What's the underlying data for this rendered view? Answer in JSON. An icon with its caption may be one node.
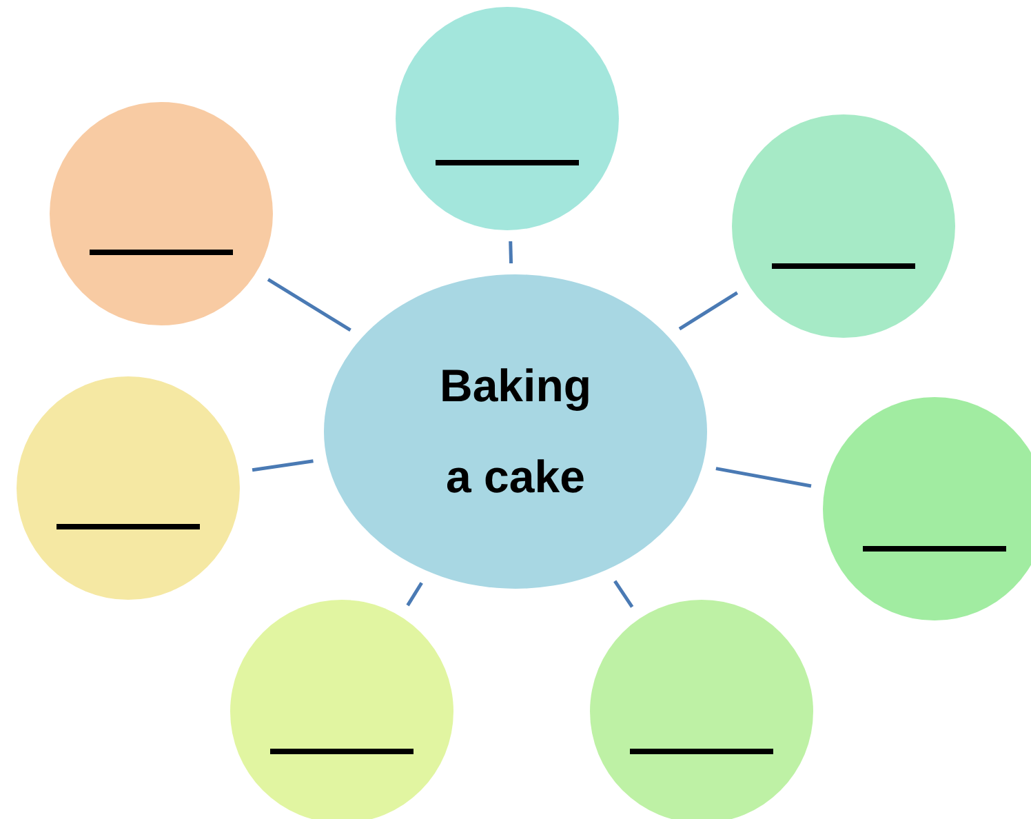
{
  "diagram": {
    "nodes": [
      {
        "text": [
          "Baking a cake"
        ]
      },
      {
        "text": [],
        "shape": "circle"
      },
      {
        "text": [],
        "shape": "circle"
      },
      {
        "text": [],
        "shape": "circle"
      },
      {
        "text": [],
        "shape": "circle"
      },
      {
        "text": [],
        "shape": "circle"
      },
      {
        "text": [],
        "shape": "circle"
      },
      {
        "text": [],
        "shape": "circle"
      }
    ],
    "edges": [
      {
        "from": 0,
        "to": 1,
        "arrow": "none"
      },
      {
        "from": 0,
        "to": 2,
        "arrow": "none"
      },
      {
        "from": 0,
        "to": 3,
        "arrow": "none"
      },
      {
        "from": 0,
        "to": 4,
        "arrow": "none"
      },
      {
        "from": 0,
        "to": 5,
        "arrow": "none"
      },
      {
        "from": 0,
        "to": 6,
        "arrow": "none"
      },
      {
        "from": 0,
        "to": 7,
        "arrow": "none"
      }
    ]
  }
}
